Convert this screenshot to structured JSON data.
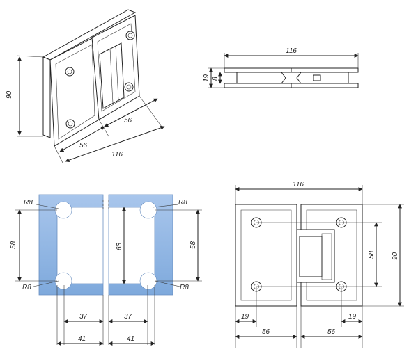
{
  "diagram": {
    "iso_view": {
      "labels": {
        "height": "90",
        "left_half": "56",
        "right_half": "56",
        "total_width": "116"
      }
    },
    "top_view": {
      "labels": {
        "width": "116",
        "outer_thickness": "19",
        "gap": "8"
      }
    },
    "glass_cutout_view": {
      "labels": {
        "radius_top_left": "R8",
        "radius_top_right": "R8",
        "radius_bottom_left": "R8",
        "radius_bottom_right": "R8",
        "left_height": "58",
        "mid_height": "63",
        "right_height": "58",
        "left_inner": "37",
        "right_inner": "37",
        "left_outer": "41",
        "right_outer": "41"
      },
      "colors": {
        "glass_light": "#cfe0f5",
        "glass_dark": "#7ea9dc"
      }
    },
    "front_view": {
      "labels": {
        "total_width": "116",
        "height": "90",
        "hole_spacing": "58",
        "left_edge": "19",
        "right_edge": "19",
        "left_half": "56",
        "right_half": "56"
      }
    }
  }
}
